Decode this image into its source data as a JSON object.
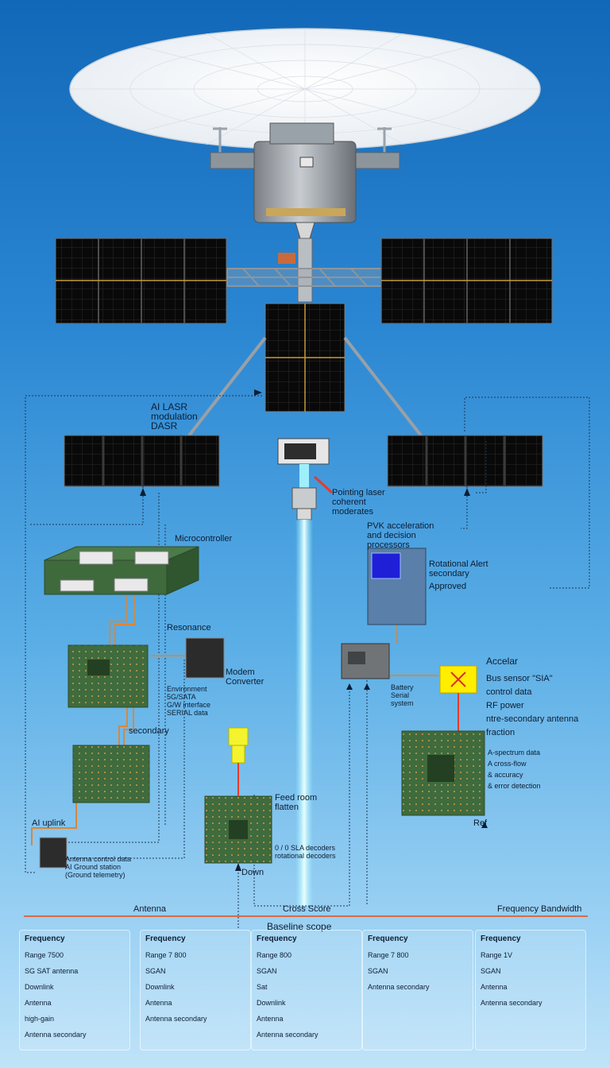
{
  "labels": {
    "ai_laser": "AI   LASR\nmodulation\nDASR",
    "pointing": "Pointing laser\ncoherent\nmoderates",
    "microcontroller": "Microcontroller",
    "processing_right": "PVK acceleration\nand decision\nprocessors",
    "status_alert": "Rotational Alert\nsecondary",
    "approved": "Approved",
    "resonance": "Resonance",
    "modem": "Modem\nConverter",
    "environment": "Environment\n5G/SATA\nG/W interface\nSERIAL data",
    "accel": "Accelar",
    "sensor_block": "Bus sensor \"SIA\"\ncontrol data\nRF power\nntre-secondary antenna\nfraction",
    "battery": "Battery\nSerial\nsystem",
    "secondary": "secondary",
    "feed": "Feed room\nflatten",
    "decoders": "0 / 0 SLA decoders\nrotational decoders",
    "ai_uplink": "AI uplink",
    "ai_bottom": "Antenna control data\nAI Ground station\n(Ground telemetry)",
    "spec_list": "A-spectrum data\nA cross-flow\n& accuracy\n& error detection",
    "ref": "Ref",
    "down": "Down"
  },
  "section_headers": {
    "left": "Antenna",
    "center": "Cross Score",
    "right": "Frequency Bandwidth",
    "center_sub": "Baseline scope"
  },
  "columns": [
    {
      "title": "Frequency",
      "subtitle": "Range 7500",
      "lines": [
        "SG SAT antenna",
        "",
        "Downlink",
        "",
        "Antenna",
        "high-gain",
        "Antenna secondary"
      ]
    },
    {
      "title": "Frequency",
      "subtitle": "Range 7 800",
      "lines": [
        "SGAN",
        "",
        "Downlink",
        "",
        "Antenna",
        "Antenna secondary"
      ]
    },
    {
      "title": "Frequency",
      "subtitle": "Range 800",
      "lines": [
        "SGAN",
        "Sat",
        "Downlink",
        "",
        "Antenna",
        "Antenna secondary"
      ]
    },
    {
      "title": "Frequency",
      "subtitle": "Range 7 800",
      "lines": [
        "SGAN",
        "",
        "",
        "",
        "",
        "Antenna secondary"
      ]
    },
    {
      "title": "Frequency",
      "subtitle": "Range 1V",
      "lines": [
        "SGAN",
        "",
        "",
        "",
        "Antenna",
        "Antenna secondary"
      ]
    }
  ]
}
